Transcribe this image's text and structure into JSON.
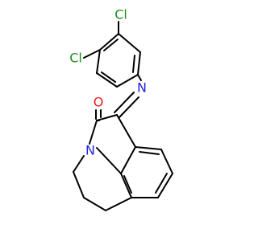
{
  "atoms": {
    "cl_top": "Cl",
    "cl_left": "Cl",
    "n_imine": "N",
    "n_ring": "N",
    "o_carbonyl": "O"
  },
  "colors": {
    "chlorine": "#1e8c1e",
    "nitrogen": "#2323e6",
    "oxygen": "#e61e1e",
    "bond": "#000000",
    "background": "#ffffff"
  }
}
